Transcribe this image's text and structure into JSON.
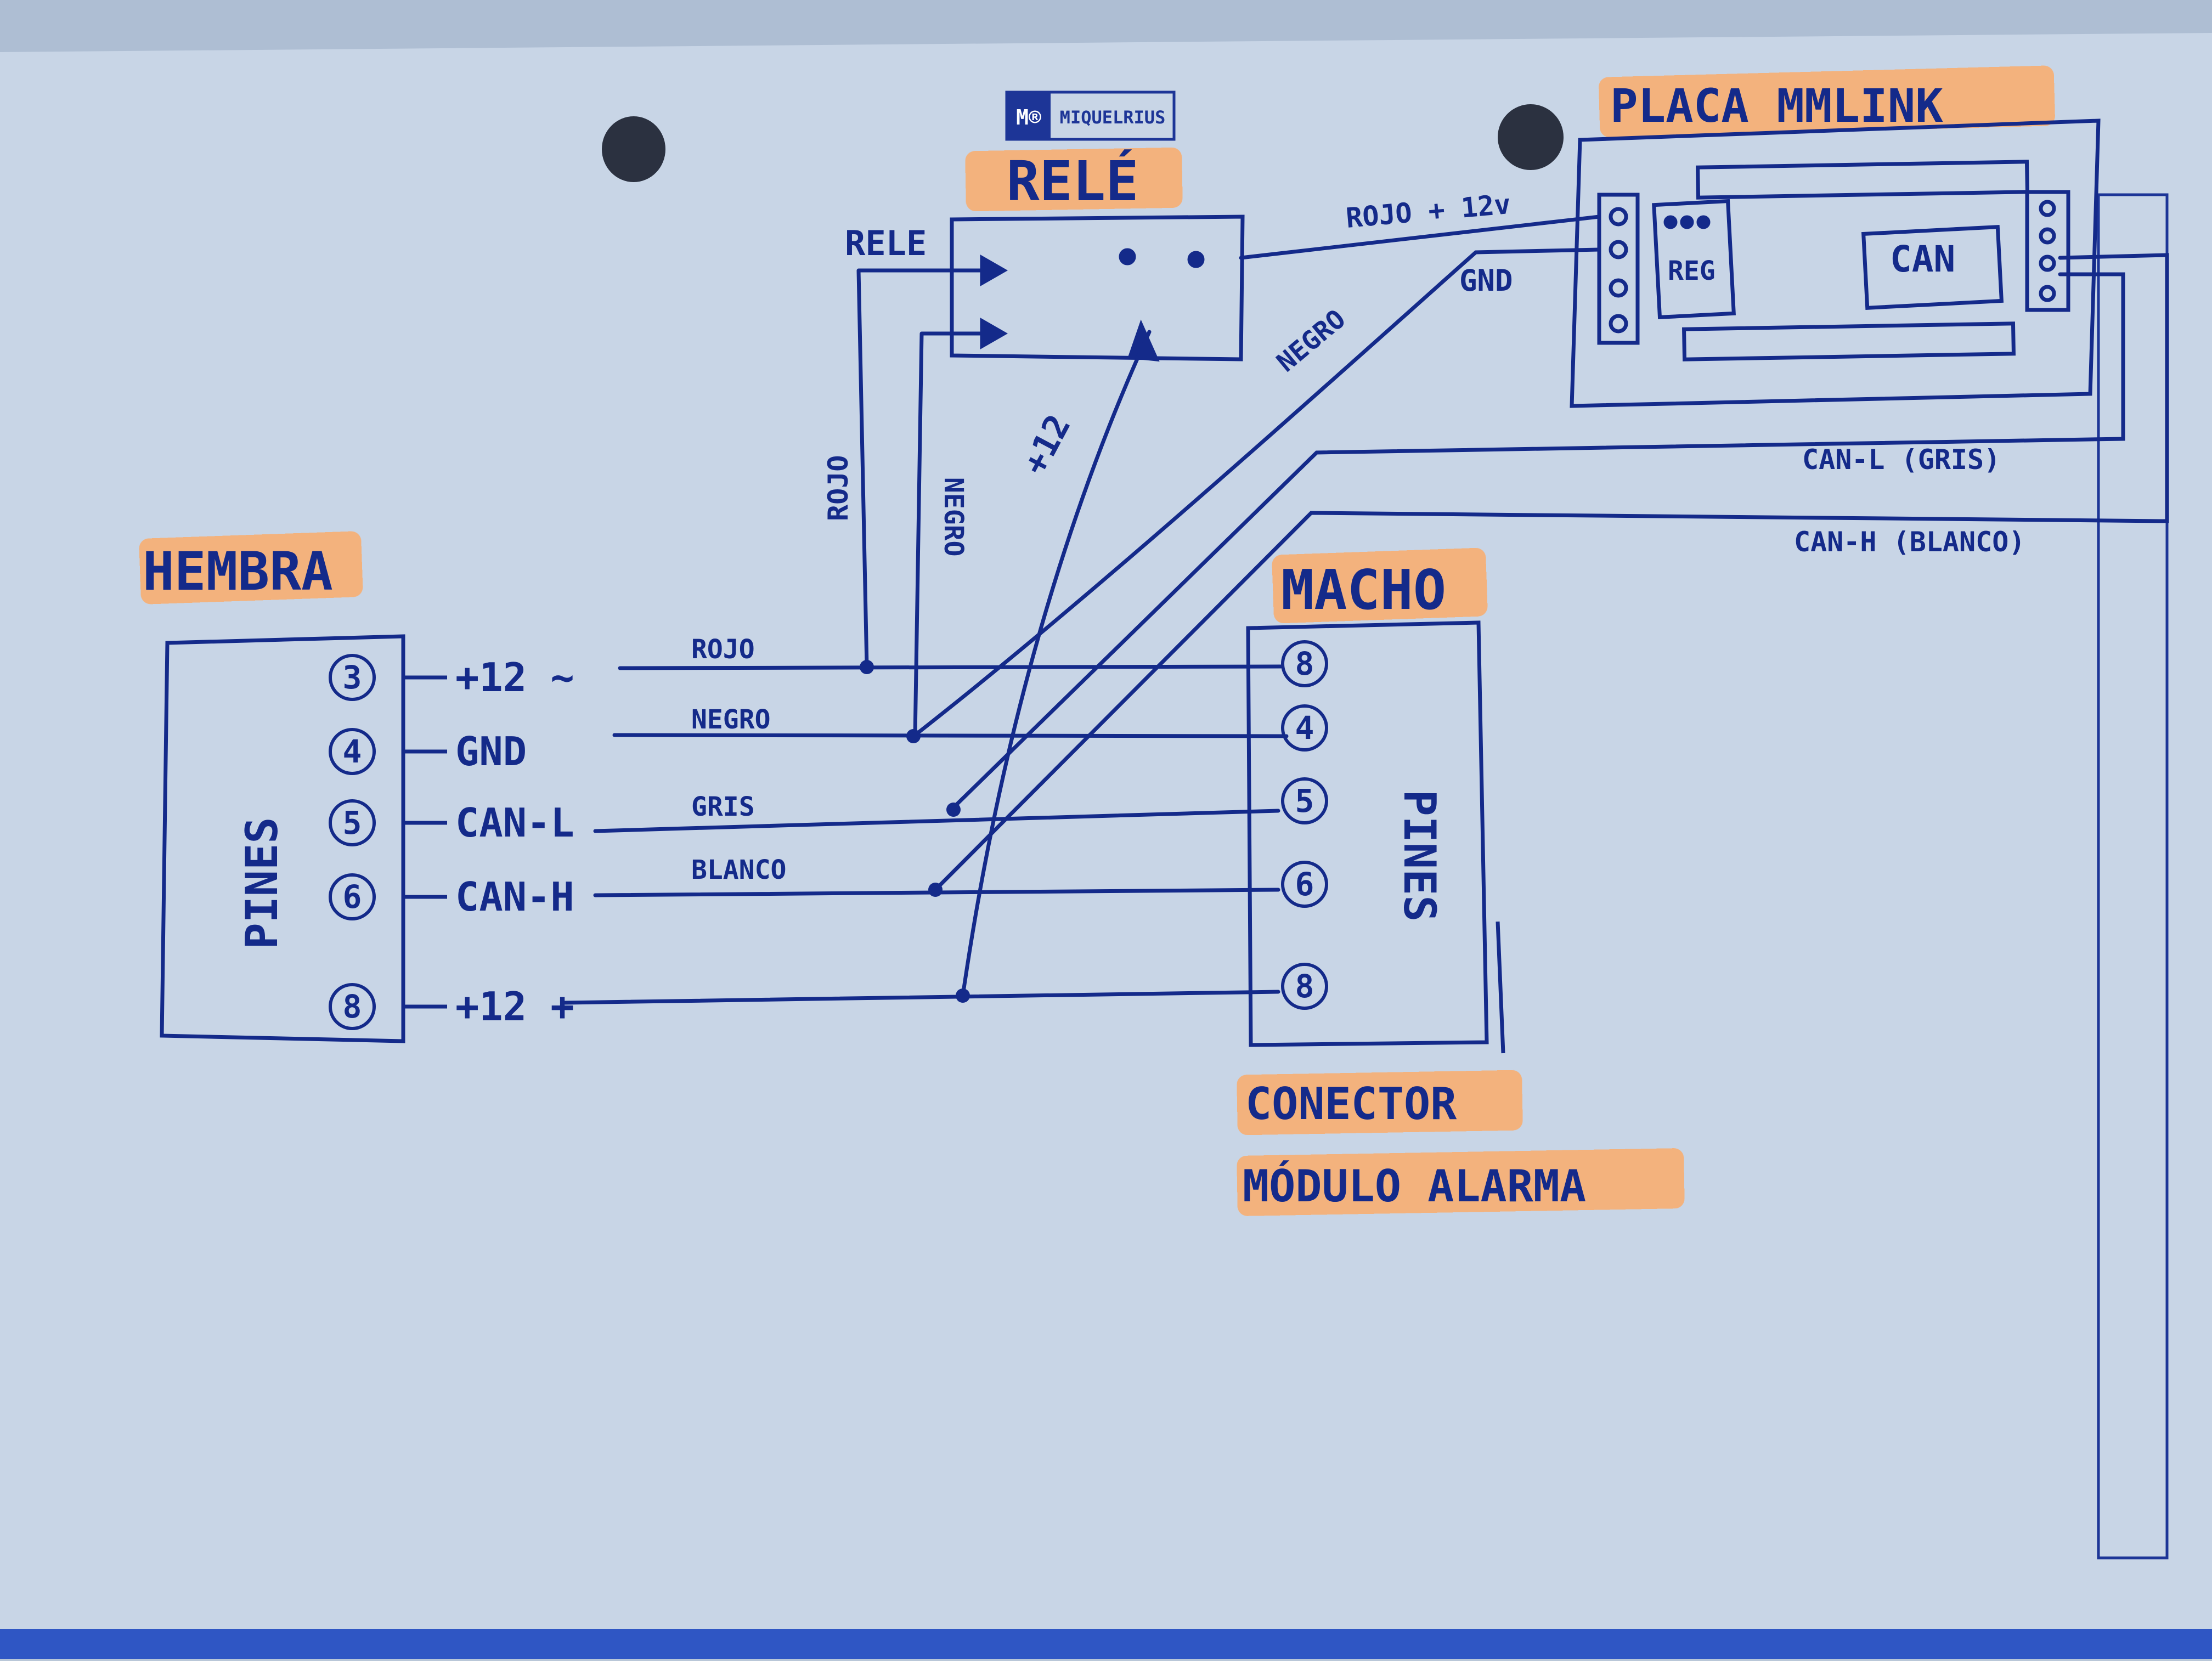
{
  "logo": {
    "mark": "M®",
    "brand": "MIQUELRIUS"
  },
  "titles": {
    "rele": "RELÉ",
    "placa": "PLACA MMLINK",
    "hembra": "HEMBRA",
    "macho": "MACHO",
    "conector_1": "CONECTOR",
    "conector_2": "MÓDULO ALARMA"
  },
  "rele_block": {
    "side_label": "RELE"
  },
  "placa_block": {
    "reg": "REG",
    "can": "CAN"
  },
  "hembra_block": {
    "side_label": "PINES",
    "pins": [
      {
        "num": "3",
        "label": "+12 ~",
        "color": "ROJO"
      },
      {
        "num": "4",
        "label": "GND",
        "color": "NEGRO"
      },
      {
        "num": "5",
        "label": "CAN-L",
        "color": "GRIS"
      },
      {
        "num": "6",
        "label": "CAN-H",
        "color": "BLANCO"
      },
      {
        "num": "8",
        "label": "+12 +",
        "color": ""
      }
    ]
  },
  "macho_block": {
    "side_label": "PINES",
    "pins": [
      "8",
      "4",
      "5",
      "6",
      "8"
    ]
  },
  "wire_labels": {
    "rojo_12v": "ROJO + 12v",
    "gnd": "GND",
    "negro_diag": "NEGRO",
    "rojo_vertical": "ROJO",
    "negro_vertical": "NEGRO",
    "plus12": "+12",
    "can_l": "CAN-L (GRIS)",
    "can_h": "CAN-H (BLANCO)"
  },
  "colors": {
    "ink": "#142a8a",
    "paper": "#c9d6e6",
    "highlight": "#f6b078",
    "bottom_stripe": "#2f56c4"
  }
}
